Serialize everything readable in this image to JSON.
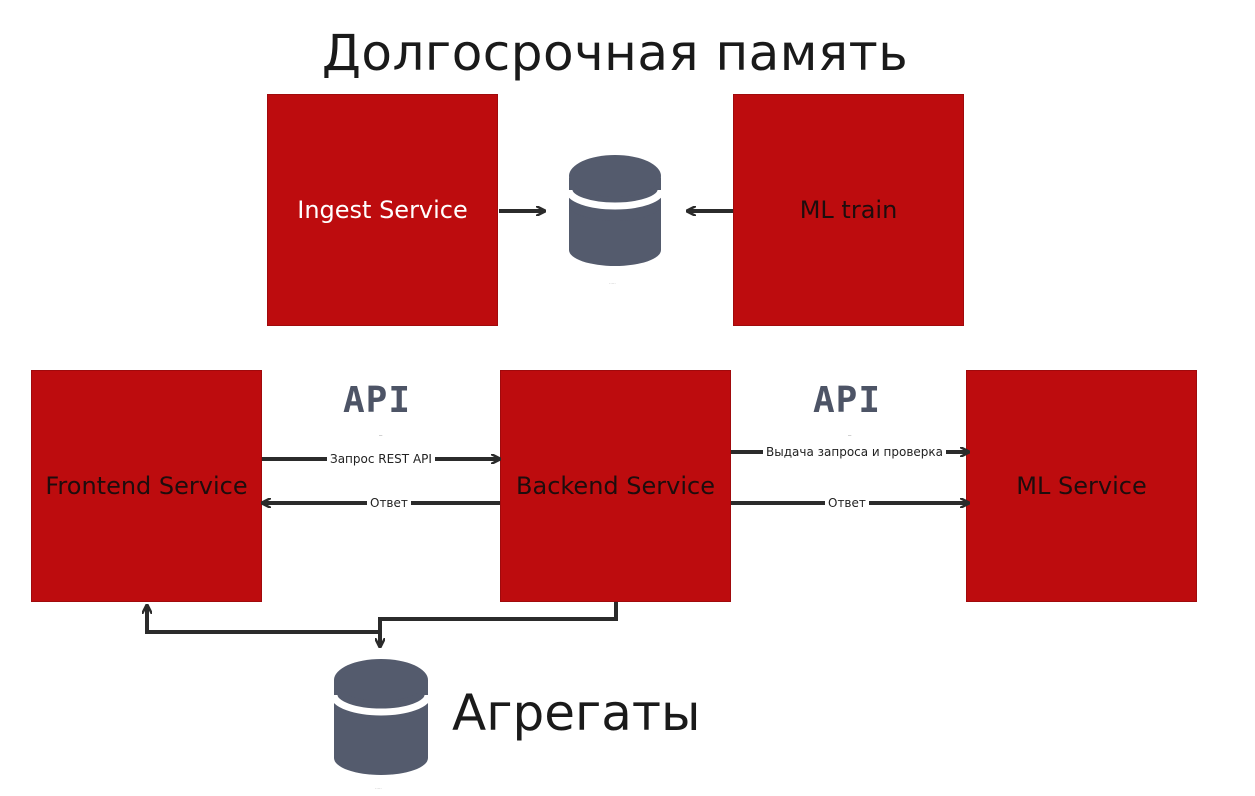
{
  "title": "Долгосрочная память",
  "boxes": {
    "ingest": "Ingest Service",
    "ml_train": "ML train",
    "frontend": "Frontend Service",
    "backend": "Backend Service",
    "ml_service": "ML Service"
  },
  "api_labels": {
    "left": "API",
    "right": "API"
  },
  "arrows": {
    "front_to_back": "Запрос REST API",
    "back_to_front": "Ответ",
    "back_to_ml": "Выдача запроса и проверка",
    "ml_to_back": "Ответ"
  },
  "aggregates_label": "Агрегаты",
  "colors": {
    "box_fill": "#bd0c0e",
    "database": "#545b6d",
    "arrow": "#2b2b2b"
  }
}
